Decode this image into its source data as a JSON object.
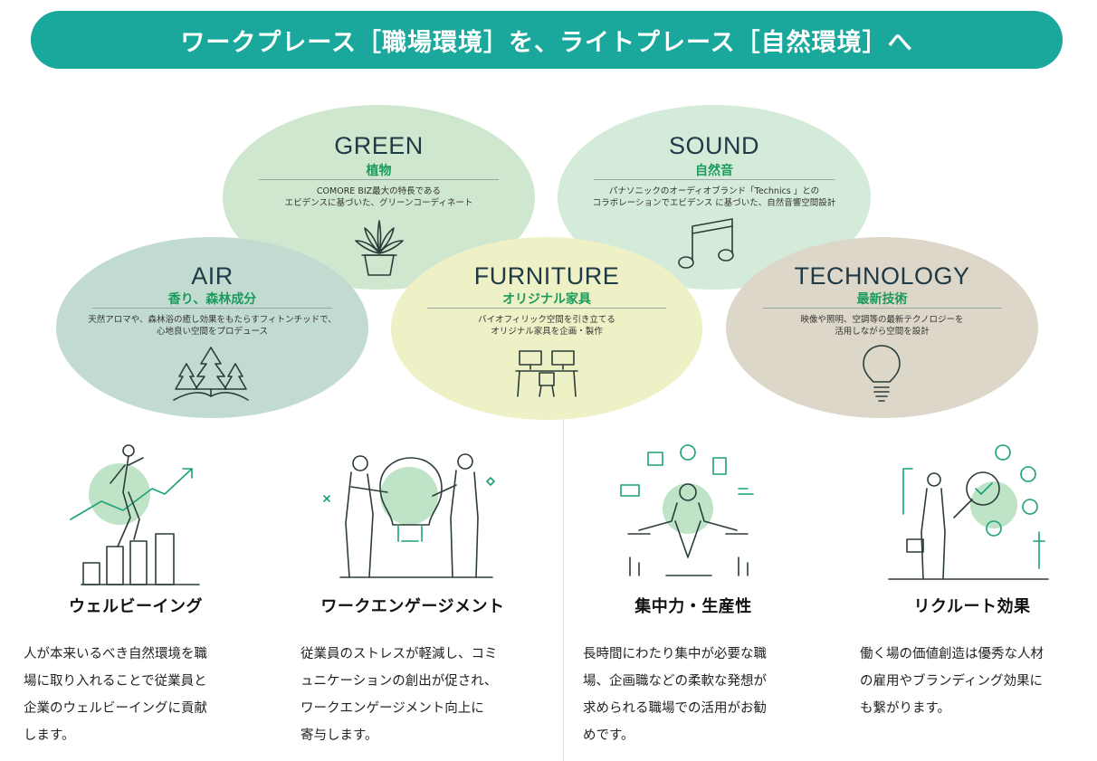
{
  "banner": {
    "title": "ワークプレース［職場環境］を、ライトプレース［自然環境］へ"
  },
  "ellipses": {
    "green": {
      "title": "GREEN",
      "sub": "植物",
      "desc1": "COMORE BIZ最大の特長である",
      "desc2": "エビデンスに基づいた、グリーンコーディネート",
      "color": "#cfe6cf",
      "icon": "potted-plant-icon"
    },
    "sound": {
      "title": "SOUND",
      "sub": "自然音",
      "desc1": "パナソニックのオーディオブランド「Technics 」との",
      "desc2": "コラボレーションでエビデンス に基づいた、自然音響空間設計",
      "color": "#d5ebd9",
      "icon": "music-note-icon"
    },
    "air": {
      "title": "AIR",
      "sub": "香り、森林成分",
      "desc1": "天然アロマや、森林浴の癒し効果をもたらすフィトンチッドで、",
      "desc2": "心地良い空間をプロデュース",
      "color": "#c2dbd0",
      "icon": "forest-icon"
    },
    "furniture": {
      "title": "FURNITURE",
      "sub": "オリジナル家具",
      "desc1": "バイオフィリック空間を引き立てる",
      "desc2": "オリジナル家具を企画・製作",
      "color": "#eef0c6",
      "icon": "desk-workstation-icon"
    },
    "technology": {
      "title": "TECHNOLOGY",
      "sub": "最新技術",
      "desc1": "映像や照明、空調等の最新テクノロジーを",
      "desc2": "活用しながら空間を設計",
      "color": "#ddd7c9",
      "icon": "light-bulb-icon"
    }
  },
  "benefits": [
    {
      "title": "ウェルビーイング",
      "lines": [
        "人が本来いるべき自然環境を職",
        "場に取り入れることで従業員と",
        "企業のウェルビーイングに貢献",
        "します。"
      ],
      "icon": "growth-stairs-icon"
    },
    {
      "title": "ワークエンゲージメント",
      "lines": [
        "従業員のストレスが軽減し、コミ",
        "ュニケーションの創出が促され、",
        "ワークエンゲージメント向上に",
        "寄与します。"
      ],
      "icon": "puzzle-collaboration-icon"
    },
    {
      "title": "集中力・生産性",
      "lines": [
        "長時間にわたり集中が必要な職",
        "場、企画職などの柔軟な発想が",
        "求められる職場での活用がお勧",
        "めです。"
      ],
      "icon": "multitasking-person-icon"
    },
    {
      "title": "リクルート効果",
      "lines": [
        "働く場の価値創造は優秀な人材",
        "の雇用やブランディング効果に",
        "も繋がります。"
      ],
      "icon": "recruitment-search-icon"
    }
  ],
  "colors": {
    "accent": "#1ba89c",
    "subtitle_green": "#1a9b5c",
    "icon_green": "#1aa17a"
  }
}
